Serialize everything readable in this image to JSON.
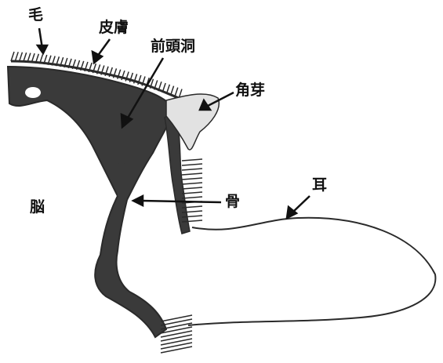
{
  "labels": {
    "hair": "毛",
    "skin": "皮膚",
    "frontal_sinus": "前頭洞",
    "horn_bud": "角芽",
    "brain": "脳",
    "bone": "骨",
    "ear": "耳"
  },
  "colors": {
    "bone": "#3a3a3a",
    "horn_bud": "#e2e2e2",
    "outline": "#2a2a2a",
    "text": "#111111"
  }
}
